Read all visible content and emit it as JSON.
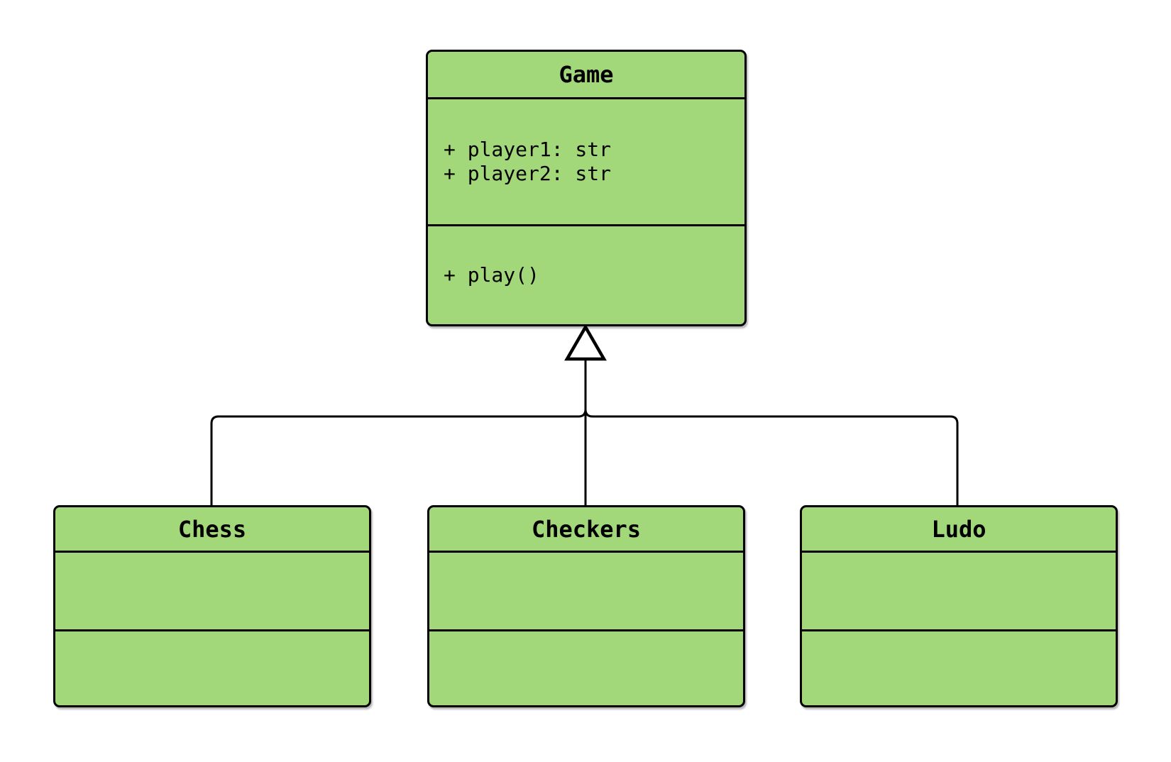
{
  "diagram": {
    "type": "uml-class-diagram",
    "background": "#ffffff",
    "colors": {
      "class_fill": "#a2d87a",
      "stroke": "#000000",
      "text": "#000000",
      "arrowhead_fill": "#ffffff",
      "background": "#ffffff"
    },
    "classes": {
      "game": {
        "name": "Game",
        "attributes": [
          "+ player1: str",
          "+ player2: str"
        ],
        "methods": [
          "+ play()"
        ]
      },
      "chess": {
        "name": "Chess",
        "attributes": [],
        "methods": []
      },
      "checkers": {
        "name": "Checkers",
        "attributes": [],
        "methods": []
      },
      "ludo": {
        "name": "Ludo",
        "attributes": [],
        "methods": []
      }
    },
    "relationships": [
      {
        "from": "Chess",
        "to": "Game",
        "type": "inheritance"
      },
      {
        "from": "Checkers",
        "to": "Game",
        "type": "inheritance"
      },
      {
        "from": "Ludo",
        "to": "Game",
        "type": "inheritance"
      }
    ]
  }
}
